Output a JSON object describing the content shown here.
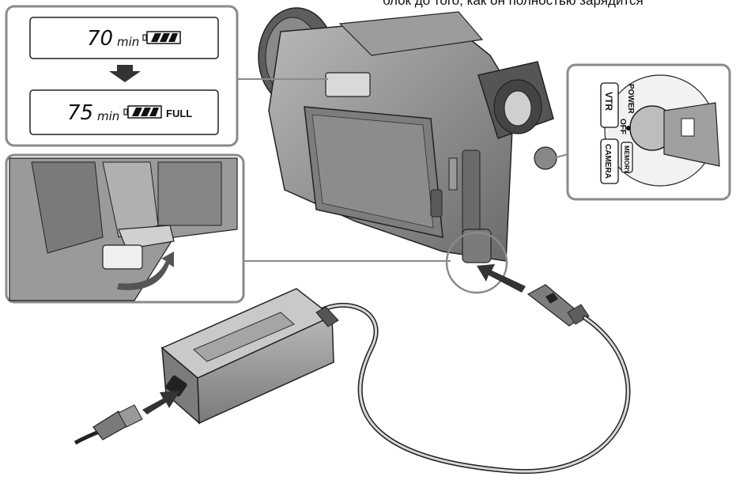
{
  "caption_cut": "блок до того, как он полностью зарядится",
  "lcd": {
    "before": {
      "value": "70",
      "unit": "min"
    },
    "after": {
      "value": "75",
      "unit": "min",
      "status": "FULL"
    }
  },
  "dial": {
    "power": "POWER",
    "vtr": "VTR",
    "off": "OFF",
    "camera": "CAMERA",
    "memory": "MEMORY"
  },
  "colors": {
    "line": "#222222",
    "panel_border": "#8a8a8a",
    "body_dark": "#6f6f6f",
    "body_mid": "#9a9a9a",
    "body_light": "#c4c4c4",
    "arrow": "#333333"
  }
}
